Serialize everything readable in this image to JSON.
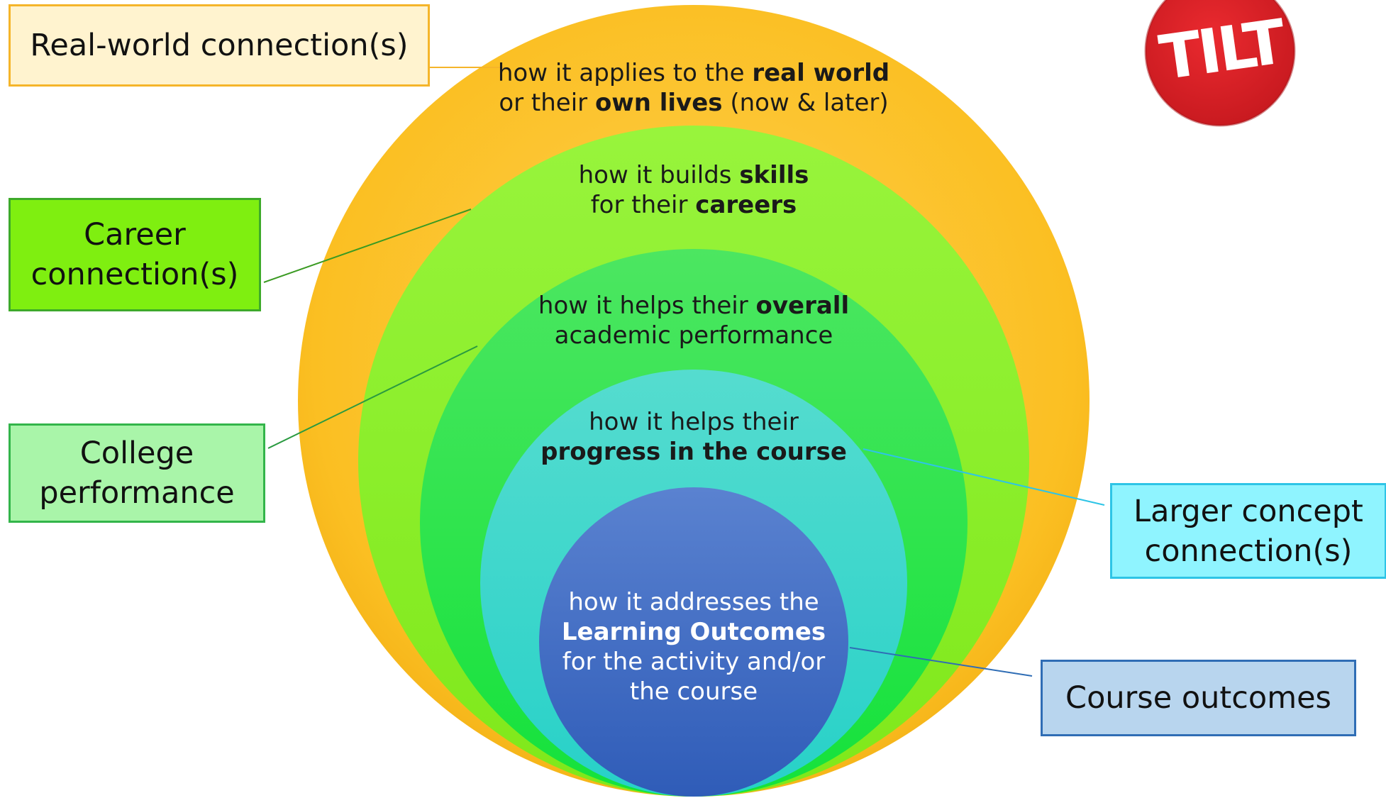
{
  "logo": {
    "text": "TILT",
    "color": "#e21d26"
  },
  "circles": {
    "real_world": {
      "color": "#fbbf2a",
      "lines": [
        [
          {
            "t": "how it applies to the "
          },
          {
            "t": "real world",
            "b": true
          }
        ],
        [
          {
            "t": "or their "
          },
          {
            "t": "own lives",
            "b": true
          },
          {
            "t": " (now & later)"
          }
        ]
      ]
    },
    "career": {
      "color": "#8bf22d",
      "lines": [
        [
          {
            "t": "how it builds "
          },
          {
            "t": "skills",
            "b": true
          }
        ],
        [
          {
            "t": "for their "
          },
          {
            "t": "careers",
            "b": true
          }
        ]
      ]
    },
    "academic": {
      "color": "#22e648",
      "lines": [
        [
          {
            "t": "how it helps their "
          },
          {
            "t": "overall",
            "b": true
          }
        ],
        [
          {
            "t": "academic performance"
          }
        ]
      ]
    },
    "course_progress": {
      "color": "#3ad6cd",
      "lines": [
        [
          {
            "t": "how it helps their"
          }
        ],
        [
          {
            "t": "progress in the course",
            "b": true
          }
        ]
      ]
    },
    "outcomes": {
      "color": "#4a6fcf",
      "lines": [
        [
          {
            "t": "how it addresses the"
          }
        ],
        [
          {
            "t": "Learning Outcomes",
            "b": true
          }
        ],
        [
          {
            "t": "for the activity and/or"
          }
        ],
        [
          {
            "t": "the course"
          }
        ]
      ]
    }
  },
  "labels": {
    "real_world": {
      "text": "Real-world connection(s)",
      "bg": "#fff3cf",
      "border": "#f5b52a"
    },
    "career": {
      "text": "Career\nconnection(s)",
      "bg": "#7fef10",
      "border": "#3daa2a"
    },
    "college": {
      "text": "College\nperformance",
      "bg": "#a9f5a9",
      "border": "#33b54a"
    },
    "larger": {
      "text": "Larger concept\nconnection(s)",
      "bg": "#8ff4ff",
      "border": "#2ec4e6"
    },
    "course": {
      "text": "Course outcomes",
      "bg": "#b8d5ee",
      "border": "#2f6db5"
    }
  }
}
